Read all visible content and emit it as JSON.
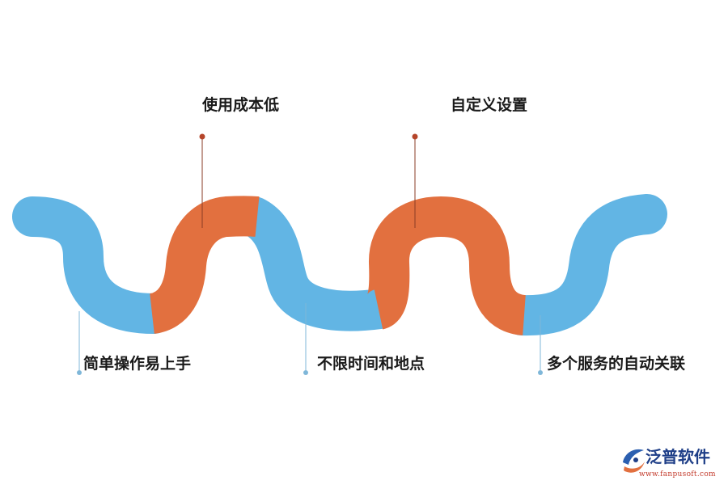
{
  "features": {
    "top": [
      {
        "label": "使用成本低",
        "color": "#e2703f"
      },
      {
        "label": "自定义设置",
        "color": "#e2703f"
      }
    ],
    "bottom": [
      {
        "label": "简单操作易上手",
        "color": "#62b5e4"
      },
      {
        "label": "不限时间和地点",
        "color": "#62b5e4"
      },
      {
        "label": "多个服务的自动关联",
        "color": "#62b5e4"
      }
    ]
  },
  "colors": {
    "blue": "#62b5e4",
    "orange": "#e2703f",
    "top_marker": "#b5452a",
    "bottom_marker": "#7fb7d9"
  },
  "logo": {
    "name": "泛普软件",
    "url": "www.fanpusoft.com",
    "icon": "fanpu-logo-icon"
  }
}
